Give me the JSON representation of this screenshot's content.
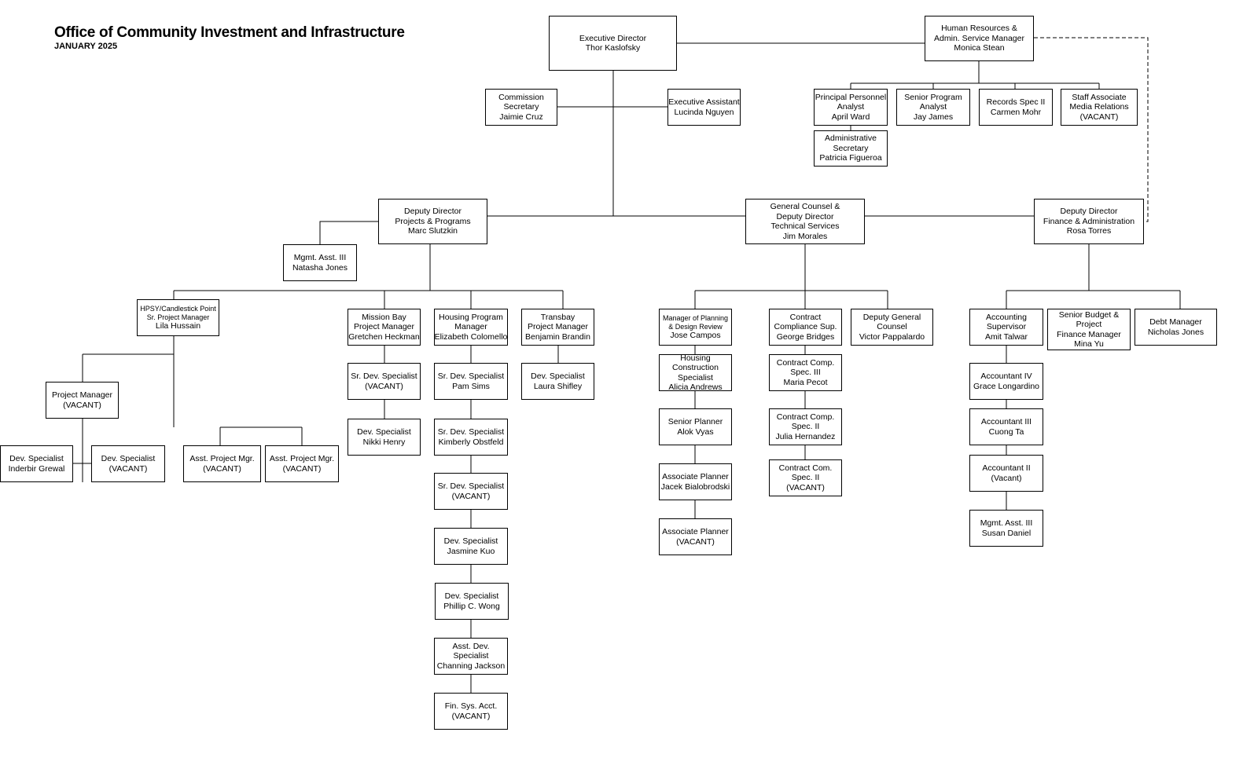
{
  "header": {
    "title": "Office of Community Investment and Infrastructure",
    "subtitle": "JANUARY 2025"
  },
  "boxes": [
    {
      "id": "exec",
      "lines": [
        "Executive Director",
        "Thor Kaslofsky"
      ]
    },
    {
      "id": "hr",
      "lines": [
        "Human Resources &",
        "Admin. Service Manager",
        "Monica Stean"
      ]
    },
    {
      "id": "commsec",
      "lines": [
        "Commission",
        "Secretary",
        "Jaimie Cruz"
      ]
    },
    {
      "id": "execasst",
      "lines": [
        "Executive Assistant",
        "Lucinda Nguyen"
      ]
    },
    {
      "id": "ppa",
      "lines": [
        "Principal Personnel",
        "Analyst",
        "April Ward"
      ]
    },
    {
      "id": "spa",
      "lines": [
        "Senior Program",
        "Analyst",
        "Jay James"
      ]
    },
    {
      "id": "records",
      "lines": [
        "Records Spec II",
        "Carmen Mohr"
      ]
    },
    {
      "id": "staffassoc",
      "lines": [
        "Staff Associate",
        "Media Relations",
        "(VACANT)"
      ]
    },
    {
      "id": "adminsec",
      "lines": [
        "Administrative",
        "Secretary",
        "Patricia Figueroa"
      ]
    },
    {
      "id": "ddpp",
      "lines": [
        "Deputy Director",
        "Projects & Programs",
        "Marc Slutzkin"
      ]
    },
    {
      "id": "gc",
      "lines": [
        "General Counsel &",
        "Deputy Director",
        "Technical Services",
        "Jim Morales"
      ]
    },
    {
      "id": "ddfa",
      "lines": [
        "Deputy Director",
        "Finance & Administration",
        "Rosa Torres"
      ]
    },
    {
      "id": "mgmt1",
      "lines": [
        "Mgmt. Asst.  III",
        "Natasha Jones"
      ]
    },
    {
      "id": "hpsy",
      "lines": [
        "HPSY/Candlestick Point",
        "Sr. Project Manager",
        "Lila Hussain"
      ]
    },
    {
      "id": "mbpm",
      "lines": [
        "Mission Bay",
        "Project Manager",
        "Gretchen Heckman"
      ]
    },
    {
      "id": "hpm",
      "lines": [
        "Housing Program",
        "Manager",
        "Elizabeth Colomello"
      ]
    },
    {
      "id": "tbpm",
      "lines": [
        "Transbay",
        "Project Manager",
        "Benjamin Brandin"
      ]
    },
    {
      "id": "mp",
      "lines": [
        "Manager of Planning",
        "& Design Review",
        "Jose Campos"
      ]
    },
    {
      "id": "ccs",
      "lines": [
        "Contract",
        "Compliance Sup.",
        "George Bridges"
      ]
    },
    {
      "id": "dgc",
      "lines": [
        "Deputy General",
        "Counsel",
        "Victor Pappalardo"
      ]
    },
    {
      "id": "acct",
      "lines": [
        "Accounting",
        "Supervisor",
        "Amit Talwar"
      ]
    },
    {
      "id": "sbp",
      "lines": [
        "Senior Budget &",
        "Project",
        "Finance Manager",
        "Mina Yu"
      ]
    },
    {
      "id": "debt",
      "lines": [
        "Debt Manager",
        "Nicholas Jones"
      ]
    },
    {
      "id": "pm",
      "lines": [
        "Project Manager",
        "(VACANT)"
      ]
    },
    {
      "id": "ds1",
      "lines": [
        "Dev. Specialist",
        "Inderbir Grewal"
      ]
    },
    {
      "id": "ds2",
      "lines": [
        "Dev. Specialist",
        "(VACANT)"
      ]
    },
    {
      "id": "apm1",
      "lines": [
        "Asst. Project Mgr.",
        "(VACANT)"
      ]
    },
    {
      "id": "apm2",
      "lines": [
        "Asst. Project Mgr.",
        "(VACANT)"
      ]
    },
    {
      "id": "mb1",
      "lines": [
        "Sr. Dev. Specialist",
        "(VACANT)"
      ]
    },
    {
      "id": "mb2",
      "lines": [
        "Dev. Specialist",
        "Nikki Henry"
      ]
    },
    {
      "id": "h1",
      "lines": [
        "Sr. Dev. Specialist",
        "Pam Sims"
      ]
    },
    {
      "id": "h2",
      "lines": [
        "Sr. Dev. Specialist",
        "Kimberly Obstfeld"
      ]
    },
    {
      "id": "h3",
      "lines": [
        "Sr. Dev. Specialist",
        "(VACANT)"
      ]
    },
    {
      "id": "h4",
      "lines": [
        "Dev. Specialist",
        "Jasmine Kuo"
      ]
    },
    {
      "id": "h5",
      "lines": [
        "Dev. Specialist",
        "Phillip C. Wong"
      ]
    },
    {
      "id": "h6",
      "lines": [
        "Asst. Dev.",
        "Specialist",
        "Channing Jackson"
      ]
    },
    {
      "id": "h7",
      "lines": [
        "Fin. Sys. Acct.",
        "(VACANT)"
      ]
    },
    {
      "id": "tb1",
      "lines": [
        "Dev. Specialist",
        "Laura Shifley"
      ]
    },
    {
      "id": "p1",
      "lines": [
        "Housing",
        "Construction",
        "Specialist",
        "Alicia Andrews"
      ]
    },
    {
      "id": "p2",
      "lines": [
        "Senior Planner",
        "Alok Vyas"
      ]
    },
    {
      "id": "p3",
      "lines": [
        "Associate Planner",
        "Jacek Bialobrodski"
      ]
    },
    {
      "id": "p4",
      "lines": [
        "Associate Planner",
        "(VACANT)"
      ]
    },
    {
      "id": "c1",
      "lines": [
        "Contract Comp.",
        "Spec. III",
        "Maria Pecot"
      ]
    },
    {
      "id": "c2",
      "lines": [
        "Contract Comp.",
        "Spec. II",
        "Julia Hernandez"
      ]
    },
    {
      "id": "c3",
      "lines": [
        "Contract Com.",
        "Spec. II",
        "(VACANT)"
      ]
    },
    {
      "id": "a1",
      "lines": [
        "Accountant IV",
        "Grace Longardino"
      ]
    },
    {
      "id": "a2",
      "lines": [
        "Accountant III",
        "Cuong Ta"
      ]
    },
    {
      "id": "a3",
      "lines": [
        "Accountant II",
        "(Vacant)"
      ]
    },
    {
      "id": "a4",
      "lines": [
        "Mgmt. Asst. III",
        "Susan Daniel"
      ]
    }
  ]
}
